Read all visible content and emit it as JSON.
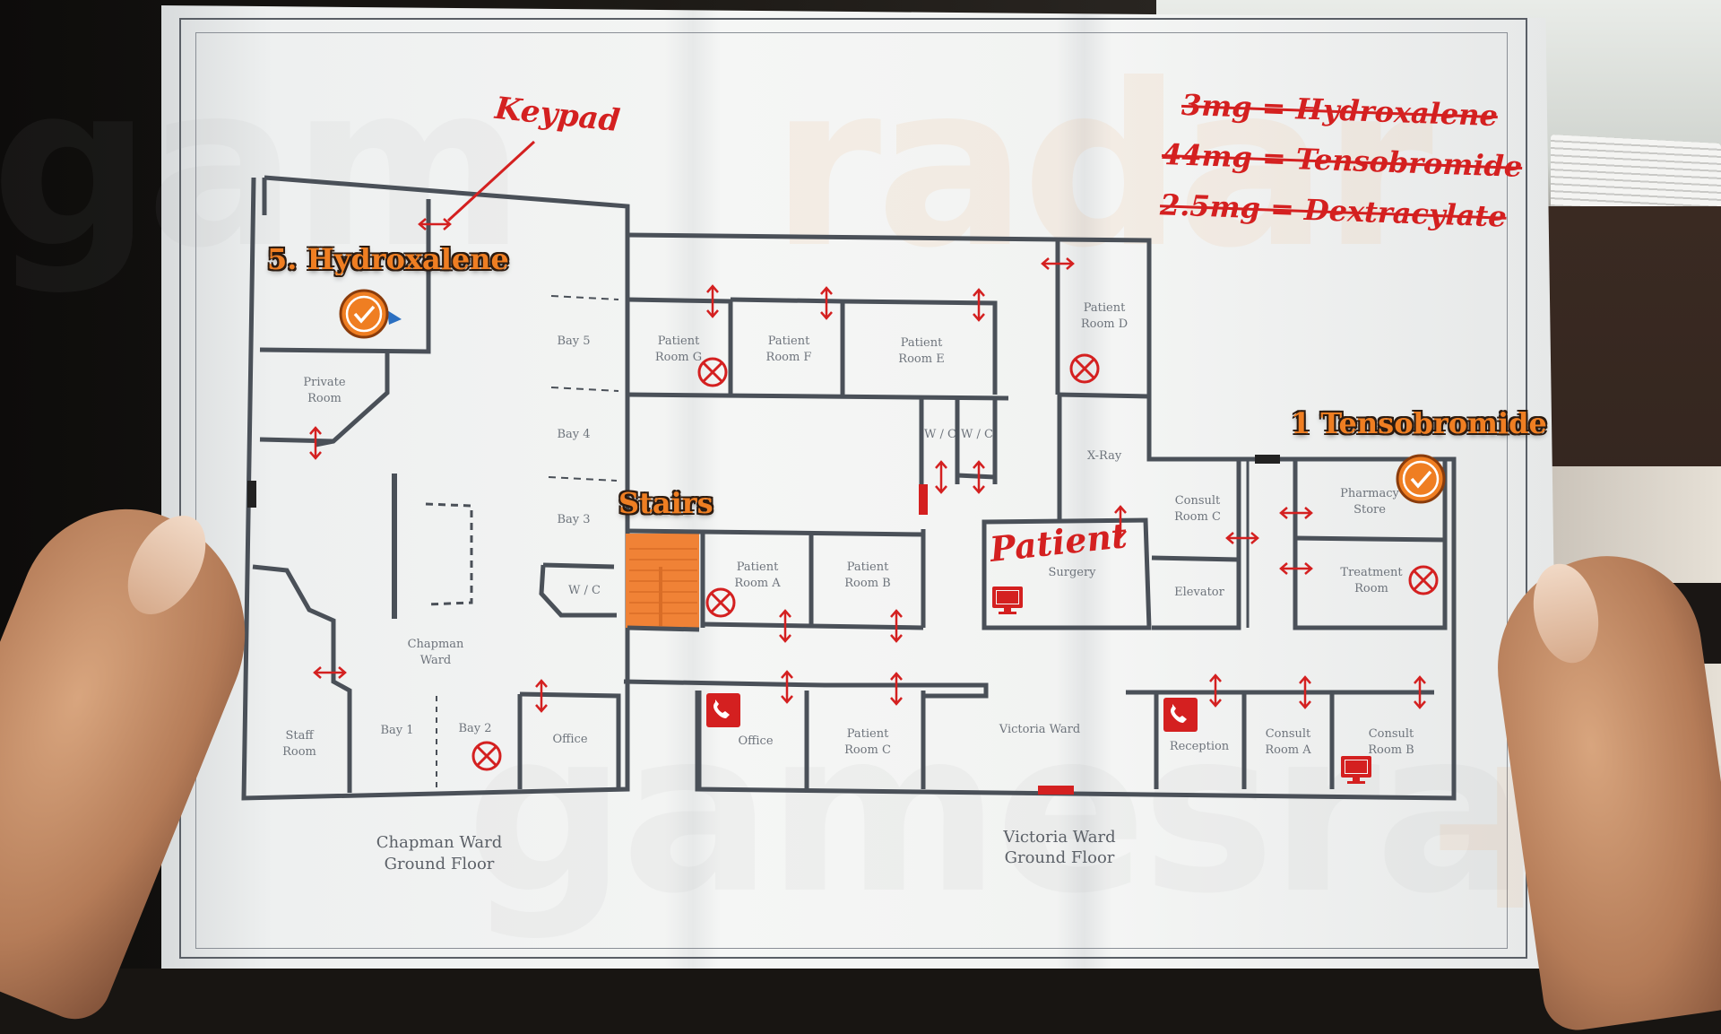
{
  "map": {
    "floor_labels": {
      "chapman": [
        "Chapman Ward",
        "Ground Floor"
      ],
      "victoria": [
        "Victoria Ward",
        "Ground Floor"
      ]
    },
    "rooms": {
      "private_room": [
        "Private",
        "Room"
      ],
      "bay5": "Bay 5",
      "bay4": "Bay 4",
      "bay3": "Bay 3",
      "bay1": "Bay 1",
      "bay2": "Bay 2",
      "staff_room": [
        "Staff",
        "Room"
      ],
      "chapman_ward": [
        "Chapman",
        "Ward"
      ],
      "office_left": "Office",
      "wc_left": "W / C",
      "patient_g": [
        "Patient",
        "Room G"
      ],
      "patient_f": [
        "Patient",
        "Room F"
      ],
      "patient_e": [
        "Patient",
        "Room E"
      ],
      "patient_d": [
        "Patient",
        "Room D"
      ],
      "wc1": "W / C",
      "wc2": "W / C",
      "xray": "X-Ray",
      "patient_a": [
        "Patient",
        "Room A"
      ],
      "patient_b": [
        "Patient",
        "Room B"
      ],
      "surgery": "Surgery",
      "consult_c": [
        "Consult",
        "Room C"
      ],
      "elevator": "Elevator",
      "pharmacy": [
        "Pharmacy",
        "Store"
      ],
      "treatment": [
        "Treatment",
        "Room"
      ],
      "office_mid": "Office",
      "patient_c": [
        "Patient",
        "Room C"
      ],
      "victoria_ward": "Victoria Ward",
      "reception": "Reception",
      "consult_a": [
        "Consult",
        "Room A"
      ],
      "consult_b": [
        "Consult",
        "Room B"
      ]
    }
  },
  "handwriting": {
    "keypad": "Keypad",
    "patient": "Patient",
    "notes": [
      "3mg = Hydroxalene",
      "44mg = Tensobromide",
      "2.5mg = Dextracylate"
    ]
  },
  "callouts": {
    "hydroxalene": "5. Hydroxalene",
    "tensobromide": "1 Tensobromide",
    "stairs": "Stairs"
  },
  "watermarks": [
    "gam",
    "radar",
    "gamesradar",
    "+"
  ],
  "colors": {
    "accent_orange": "#ef7e22",
    "ink_red": "#d42020",
    "wall": "#4a5058",
    "paper": "#f2f3f2"
  },
  "icons": {
    "checkmark": "orange-check-marker-icon",
    "cross": "red-crossed-circle-icon",
    "phone": "phone-icon",
    "monitor": "computer-terminal-icon",
    "door_arrow": "double-arrow-icon"
  }
}
